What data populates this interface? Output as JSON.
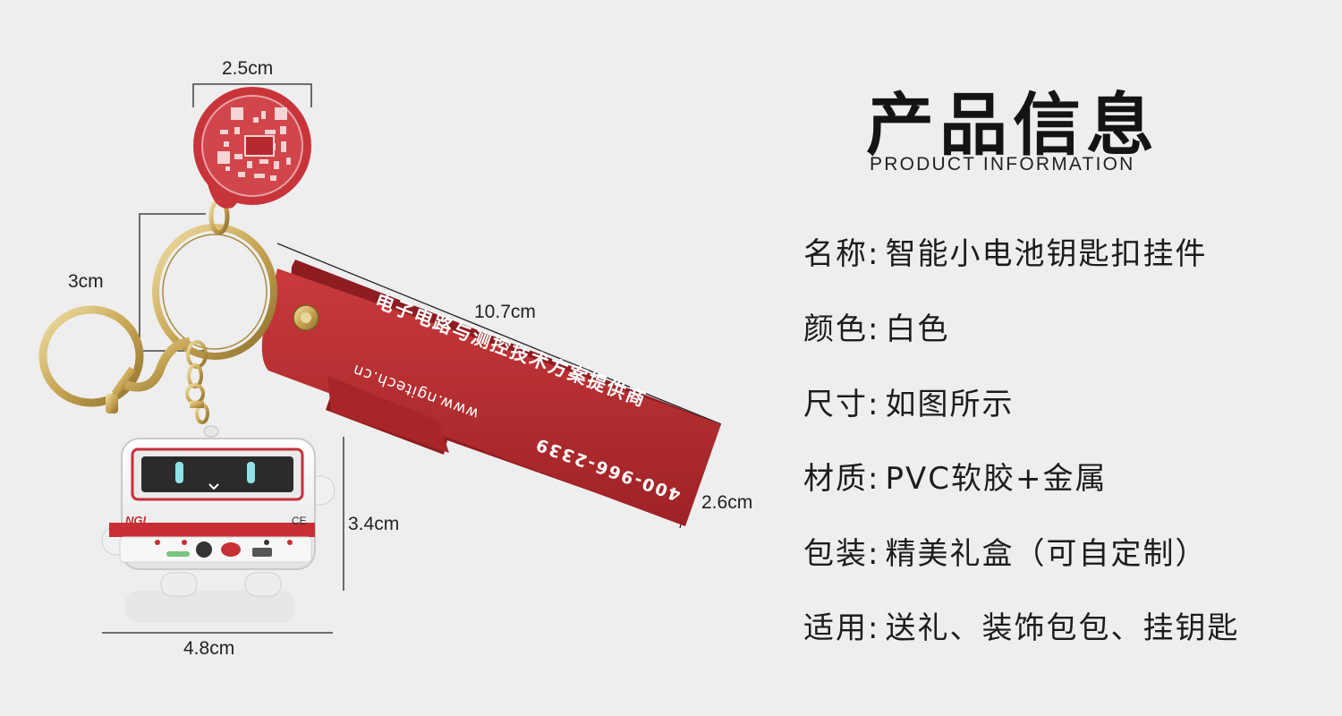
{
  "dimensions": {
    "medallion_width": "2.5cm",
    "ring_height": "3cm",
    "strap_length": "10.7cm",
    "strap_width": "2.6cm",
    "figure_height": "3.4cm",
    "figure_width": "4.8cm"
  },
  "product_text": {
    "strap_line1": "电子电路与测控技术方案提供商",
    "strap_line2": "www.ngitech.cn",
    "strap_phone": "400-966-2339",
    "figure_brand": "NGI",
    "figure_mark": "CE"
  },
  "header": {
    "title_cn": "产品信息",
    "title_en": "PRODUCT INFORMATION"
  },
  "info": [
    {
      "label": "名称",
      "value": "智能小电池钥匙扣挂件"
    },
    {
      "label": "颜色",
      "value": "白色"
    },
    {
      "label": "尺寸",
      "value": "如图所示"
    },
    {
      "label": "材质",
      "value": "PVC软胶+金属"
    },
    {
      "label": "包装",
      "value": "精美礼盒（可自定制）"
    },
    {
      "label": "适用",
      "value": "送礼、装饰包包、挂钥匙"
    }
  ],
  "colors": {
    "background": "#eeeeee",
    "strap_red": "#b32a2e",
    "gold": "#c9a655",
    "figure_white": "#f6f6f6"
  }
}
